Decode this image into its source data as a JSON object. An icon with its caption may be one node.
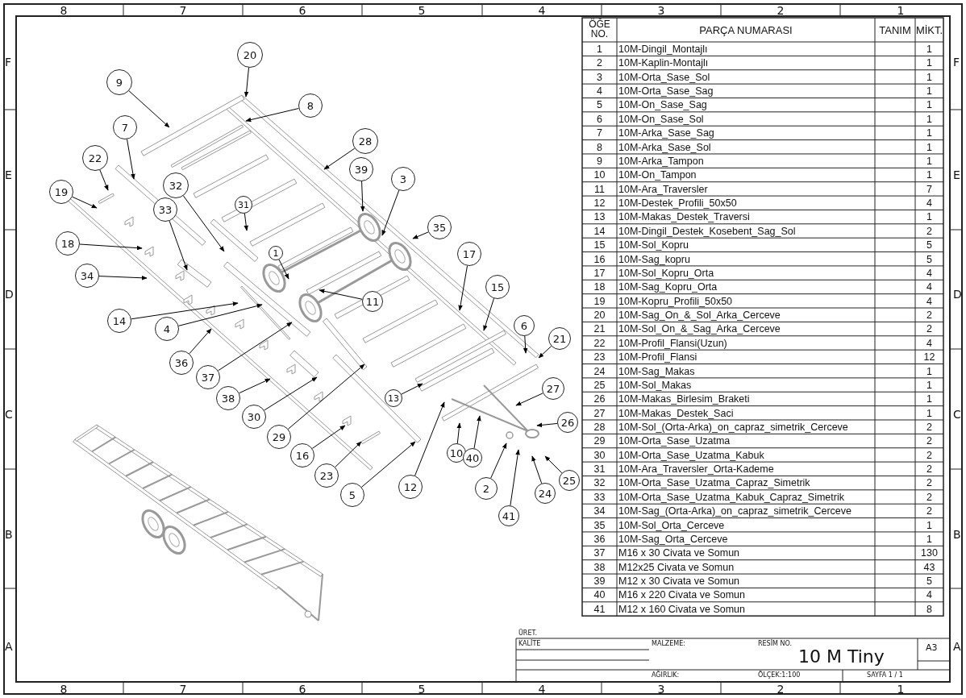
{
  "diagram": {
    "nodes": [
      {
        "text": [
          "20"
        ]
      },
      {
        "text": [
          "9"
        ]
      },
      {
        "text": [
          "8"
        ]
      },
      {
        "text": [
          "7"
        ]
      },
      {
        "text": [
          "22"
        ]
      },
      {
        "text": [
          "19"
        ]
      },
      {
        "text": [
          "28"
        ]
      },
      {
        "text": [
          "32"
        ]
      },
      {
        "text": [
          "39"
        ]
      },
      {
        "text": [
          "3"
        ]
      },
      {
        "text": [
          "35"
        ]
      },
      {
        "text": [
          "31"
        ]
      },
      {
        "text": [
          "18"
        ]
      },
      {
        "text": [
          "33"
        ]
      },
      {
        "text": [
          "1"
        ]
      },
      {
        "text": [
          "11"
        ]
      },
      {
        "text": [
          "34"
        ]
      },
      {
        "text": [
          "17"
        ]
      },
      {
        "text": [
          "14"
        ]
      },
      {
        "text": [
          "15"
        ]
      },
      {
        "text": [
          "4"
        ]
      },
      {
        "text": [
          "36"
        ]
      },
      {
        "text": [
          "37"
        ]
      },
      {
        "text": [
          "6"
        ]
      },
      {
        "text": [
          "21"
        ]
      },
      {
        "text": [
          "38"
        ]
      },
      {
        "text": [
          "13"
        ]
      },
      {
        "text": [
          "30"
        ]
      },
      {
        "text": [
          "27"
        ]
      },
      {
        "text": [
          "29"
        ]
      },
      {
        "text": [
          "26"
        ]
      },
      {
        "text": [
          "10"
        ]
      },
      {
        "text": [
          "40"
        ]
      },
      {
        "text": [
          "16"
        ]
      },
      {
        "text": [
          "25"
        ]
      },
      {
        "text": [
          "23"
        ]
      },
      {
        "text": [
          "5"
        ]
      },
      {
        "text": [
          "12"
        ]
      },
      {
        "text": [
          "2"
        ]
      },
      {
        "text": [
          "24"
        ]
      },
      {
        "text": [
          "41"
        ]
      }
    ],
    "edges": [
      {
        "from": 0,
        "to": null,
        "arrow": "to"
      },
      {
        "from": 1,
        "to": null,
        "arrow": "to"
      },
      {
        "from": 2,
        "to": null,
        "arrow": "to"
      },
      {
        "from": 3,
        "to": null,
        "arrow": "to"
      },
      {
        "from": 4,
        "to": null,
        "arrow": "to"
      },
      {
        "from": 5,
        "to": null,
        "arrow": "to"
      },
      {
        "from": 6,
        "to": null,
        "arrow": "to"
      },
      {
        "from": 7,
        "to": null,
        "arrow": "to"
      },
      {
        "from": 8,
        "to": null,
        "arrow": "to"
      },
      {
        "from": 9,
        "to": null,
        "arrow": "to"
      },
      {
        "from": 10,
        "to": null,
        "arrow": "to"
      },
      {
        "from": 11,
        "to": null,
        "arrow": "to"
      },
      {
        "from": 12,
        "to": null,
        "arrow": "to"
      },
      {
        "from": 13,
        "to": null,
        "arrow": "to"
      },
      {
        "from": 14,
        "to": null,
        "arrow": "to"
      },
      {
        "from": 15,
        "to": null,
        "arrow": "to"
      },
      {
        "from": 16,
        "to": null,
        "arrow": "to"
      },
      {
        "from": 17,
        "to": null,
        "arrow": "to"
      },
      {
        "from": 18,
        "to": null,
        "arrow": "to"
      },
      {
        "from": 19,
        "to": null,
        "arrow": "to"
      },
      {
        "from": 20,
        "to": null,
        "arrow": "to"
      },
      {
        "from": 21,
        "to": null,
        "arrow": "to"
      },
      {
        "from": 22,
        "to": null,
        "arrow": "to"
      },
      {
        "from": 23,
        "to": null,
        "arrow": "to"
      },
      {
        "from": 24,
        "to": null,
        "arrow": "to"
      },
      {
        "from": 25,
        "to": null,
        "arrow": "to"
      },
      {
        "from": 26,
        "to": null,
        "arrow": "to"
      },
      {
        "from": 27,
        "to": null,
        "arrow": "to"
      },
      {
        "from": 28,
        "to": null,
        "arrow": "to"
      },
      {
        "from": 29,
        "to": null,
        "arrow": "to"
      },
      {
        "from": 30,
        "to": null,
        "arrow": "to"
      },
      {
        "from": 31,
        "to": null,
        "arrow": "to"
      },
      {
        "from": 32,
        "to": null,
        "arrow": "to"
      },
      {
        "from": 33,
        "to": null,
        "arrow": "to"
      },
      {
        "from": 34,
        "to": null,
        "arrow": "to"
      },
      {
        "from": 35,
        "to": null,
        "arrow": "to"
      },
      {
        "from": 36,
        "to": null,
        "arrow": "to"
      },
      {
        "from": 37,
        "to": null,
        "arrow": "to"
      },
      {
        "from": 38,
        "to": null,
        "arrow": "to"
      },
      {
        "from": 39,
        "to": null,
        "arrow": "to"
      },
      {
        "from": 40,
        "to": null,
        "arrow": "to"
      }
    ],
    "labels": [
      "8",
      "7",
      "6",
      "5",
      "4",
      "3",
      "2",
      "1",
      "F",
      "E",
      "D",
      "C",
      "B",
      "A",
      "ÖĞE NO.",
      "PARÇA NUMARASI",
      "TANIM",
      "MİKT.",
      "1",
      "10M-Dingil_Montajlı",
      "1",
      "2",
      "10M-Kaplin-Montajlı",
      "1",
      "3",
      "10M-Orta_Sase_Sol",
      "1",
      "4",
      "10M-Orta_Sase_Sag",
      "1",
      "5",
      "10M-On_Sase_Sag",
      "1",
      "6",
      "10M-On_Sase_Sol",
      "1",
      "7",
      "10M-Arka_Sase_Sag",
      "1",
      "8",
      "10M-Arka_Sase_Sol",
      "1",
      "9",
      "10M-Arka_Tampon",
      "1",
      "10",
      "10M-On_Tampon",
      "1",
      "11",
      "10M-Ara_Traversler",
      "7",
      "12",
      "10M-Destek_Profili_50x50",
      "4",
      "13",
      "10M-Makas_Destek_Traversi",
      "1",
      "14",
      "10M-Dingil_Destek_Kosebent_Sag_Sol",
      "2",
      "15",
      "10M-Sol_Kopru",
      "5",
      "16",
      "10M-Sag_kopru",
      "5",
      "17",
      "10M-Sol_Kopru_Orta",
      "4",
      "18",
      "10M-Sag_Kopru_Orta",
      "4",
      "19",
      "10M-Kopru_Profili_50x50",
      "4",
      "20",
      "10M-Sag_On_&_Sol_Arka_Cerceve",
      "2",
      "21",
      "10M-Sol_On_&_Sag_Arka_Cerceve",
      "2",
      "22",
      "10M-Profil_Flansi(Uzun)",
      "4",
      "23",
      "10M-Profil_Flansi",
      "12",
      "24",
      "10M-Sag_Makas",
      "1",
      "25",
      "10M-Sol_Makas",
      "1",
      "26",
      "10M-Makas_Birlesim_Braketi",
      "1",
      "27",
      "10M-Makas_Destek_Saci",
      "1",
      "28",
      "10M-Sol_(Orta-Arka)_on_capraz_simetrik_Cerceve",
      "2",
      "29",
      "10M-Orta_Sase_Uzatma",
      "2",
      "30",
      "10M-Orta_Sase_Uzatma_Kabuk",
      "2",
      "31",
      "10M-Ara_Traversler_Orta-Kademe",
      "2",
      "32",
      "10M-Orta_Sase_Uzatma_Capraz_Simetrik",
      "2",
      "33",
      "10M-Orta_Sase_Uzatma_Kabuk_Capraz_Simetrik",
      "2",
      "34",
      "10M-Sag_(Orta-Arka)_on_capraz_simetrik_Cerceve",
      "2",
      "35",
      "10M-Sol_Orta_Cerceve",
      "1",
      "36",
      "10M-Sag_Orta_Cerceve",
      "1",
      "37",
      "M16 x 30 Civata ve Somun",
      "130",
      "38",
      "M12x25 Civata ve Somun",
      "43",
      "39",
      "M12 x 30 Civata ve Somun",
      "5",
      "40",
      "M16 x 220 Civata ve Somun",
      "4",
      "41",
      "M12 x 160 Civata ve Somun",
      "8",
      "F",
      "E",
      "D",
      "C",
      "B",
      "A",
      "ÜRET.",
      "KALİTE",
      "MALZEME:",
      "RESİM NO.",
      "10 M Tiny",
      "A3",
      "AĞIRLIK:",
      "ÖLÇEK:1:100",
      "SAYFA 1 / 1",
      "8",
      "7",
      "6",
      "5",
      "4",
      "3",
      "2",
      "1"
    ]
  }
}
